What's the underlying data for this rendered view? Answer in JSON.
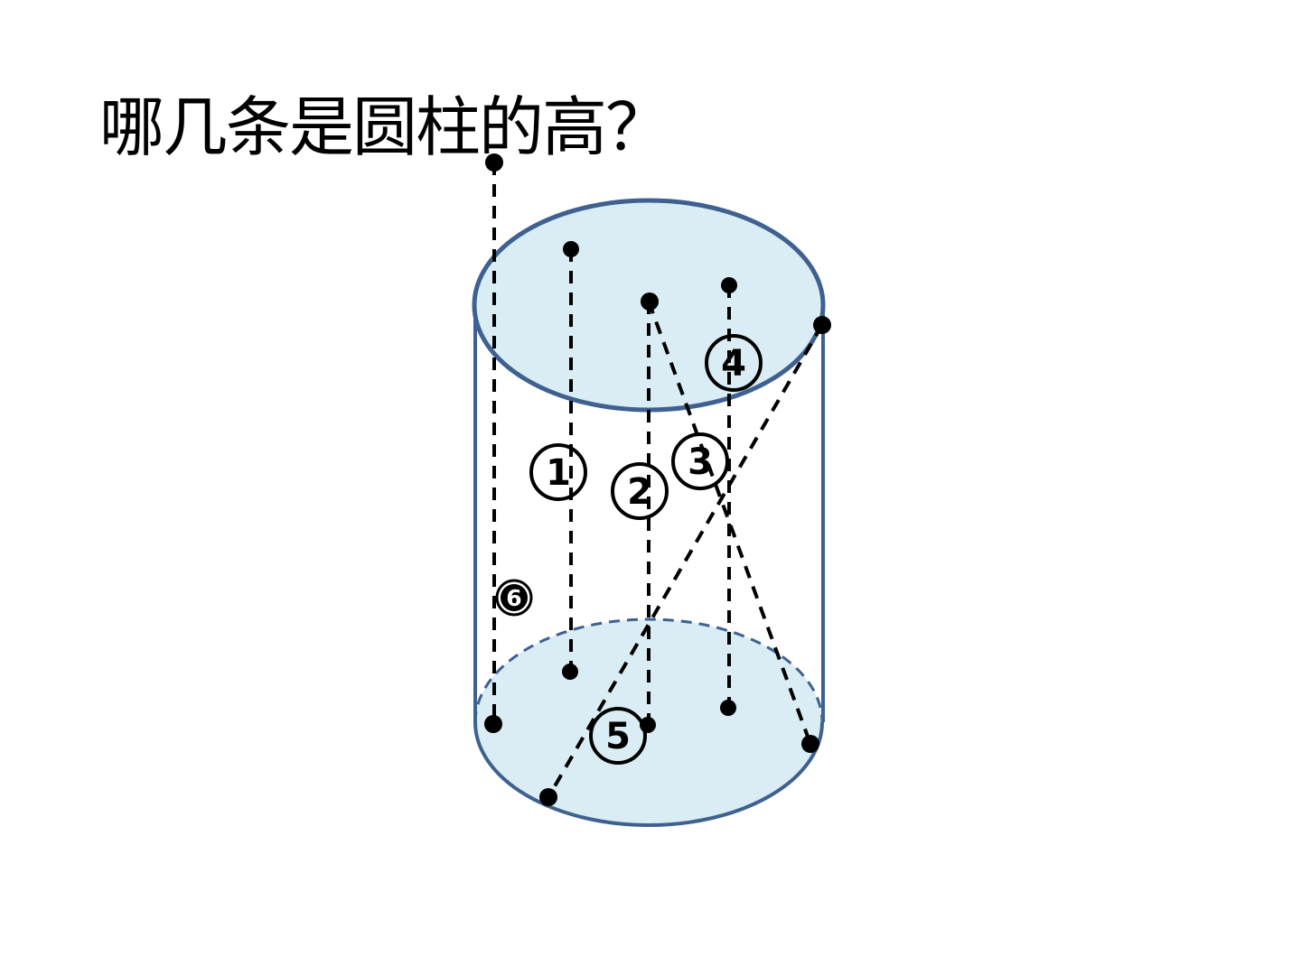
{
  "title": "哪几条是圆柱的高？",
  "colors": {
    "cylinder_fill": "#daedf4",
    "cylinder_stroke": "#3e6190",
    "line": "#000000"
  },
  "labels": {
    "seg1": "1",
    "seg2": "2",
    "seg3": "3",
    "seg4": "4",
    "seg5": "5",
    "seg6": "6"
  }
}
